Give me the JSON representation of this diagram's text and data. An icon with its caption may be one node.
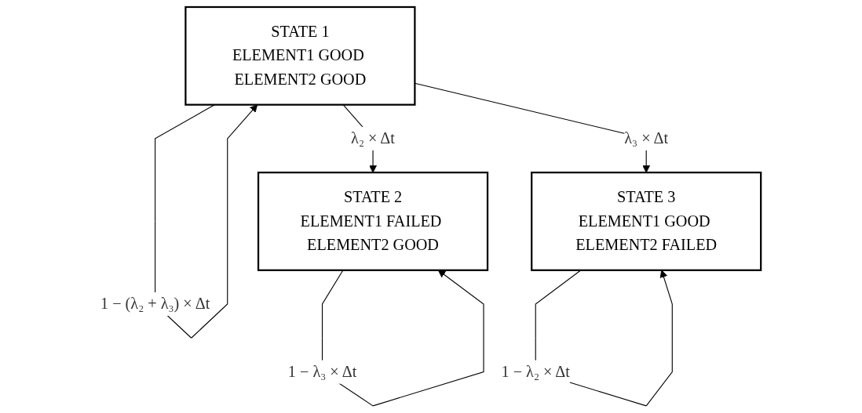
{
  "diagram": {
    "nodes": [
      {
        "text": [
          "STATE 1",
          "ELEMENT1 GOOD ELEMENT2 GOOD"
        ]
      },
      {
        "text": [
          "STATE 2",
          "ELEMENT1 FAILED ELEMENT2 GOOD"
        ]
      },
      {
        "text": [
          "STATE 3",
          "ELEMENT1 GOOD ELEMENT2 FAILED"
        ]
      }
    ],
    "edges": [
      {
        "from": 0,
        "to": 0,
        "arrow": "to",
        "label": "1 − (λ₂ + λ₃) × Δt"
      },
      {
        "from": 0,
        "to": 1,
        "arrow": "to",
        "label": "λ₂ × Δt"
      },
      {
        "from": 0,
        "to": 2,
        "arrow": "to",
        "label": "λ₃ × Δt"
      },
      {
        "from": 1,
        "to": 1,
        "arrow": "to",
        "label": "1 − λ₃ × Δt"
      },
      {
        "from": 2,
        "to": 2,
        "arrow": "to",
        "label": "1 − λ₂ × Δt"
      }
    ]
  }
}
